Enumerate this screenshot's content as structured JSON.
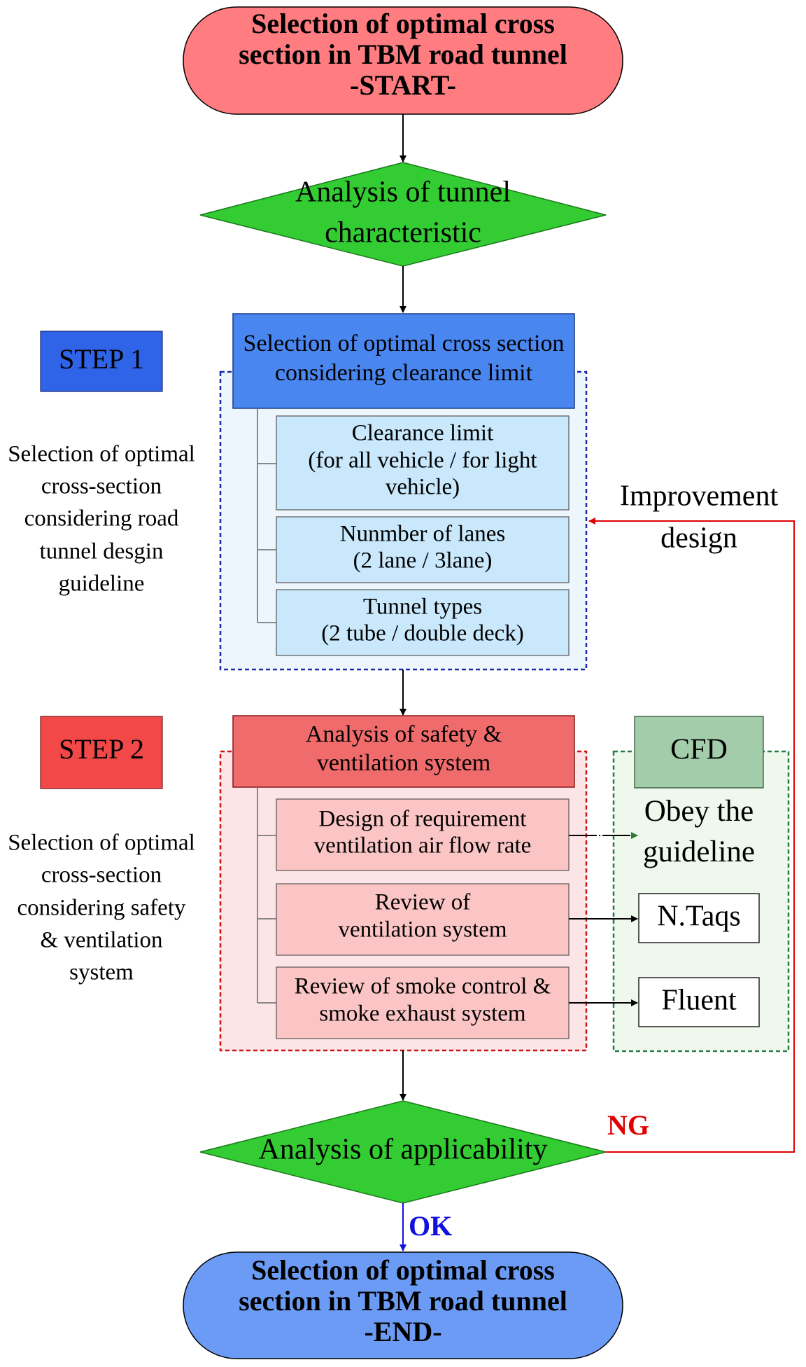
{
  "colors": {
    "start_fill": "#ff7c80",
    "end_fill": "#6b9bf5",
    "diamond_fill": "#33cc33",
    "step1_header": "#4a86f0",
    "step1_item": "#c9e8fb",
    "step1_region": "#eef6fd",
    "step2_header": "#f06b6b",
    "step2_item": "#fbc5c5",
    "step2_region": "#fde4e6",
    "cfd_header": "#a3ccaa",
    "cfd_region": "#eef8ec",
    "step1_badge": "#2f63e8",
    "step2_badge": "#f24848",
    "feedback_red": "#e00000",
    "ok_blue": "#1010e0"
  },
  "start": {
    "line1": "Selection of optimal cross",
    "line2": "section in TBM road tunnel",
    "line3": "-START-"
  },
  "analysis_characteristic": {
    "line1": "Analysis of tunnel",
    "line2": "characteristic"
  },
  "step1": {
    "badge": "STEP 1",
    "description": [
      "Selection of optimal",
      "cross-section",
      "considering road",
      "tunnel desgin",
      "guideline"
    ],
    "header": {
      "line1": "Selection of optimal cross section",
      "line2": "considering clearance limit"
    },
    "items": [
      {
        "lines": [
          "Clearance limit",
          "(for all vehicle / for light",
          "vehicle)"
        ]
      },
      {
        "lines": [
          "Nunmber of lanes",
          "(2 lane / 3lane)"
        ]
      },
      {
        "lines": [
          "Tunnel types",
          "(2 tube / double deck)"
        ]
      }
    ]
  },
  "improvement": {
    "line1": "Improvement",
    "line2": "design"
  },
  "step2": {
    "badge": "STEP 2",
    "description": [
      "Selection of optimal",
      "cross-section",
      "considering safety",
      "& ventilation",
      "system"
    ],
    "header": {
      "line1": "Analysis of safety &",
      "line2": "ventilation system"
    },
    "items": [
      {
        "lines": [
          "Design of requirement",
          "ventilation air flow rate"
        ]
      },
      {
        "lines": [
          "Review of",
          "ventilation system"
        ]
      },
      {
        "lines": [
          "Review of smoke control &",
          "smoke exhaust system"
        ]
      }
    ]
  },
  "cfd": {
    "header": "CFD",
    "guideline": {
      "line1": "Obey the",
      "line2": "guideline"
    },
    "tools": [
      "N.Taqs",
      "Fluent"
    ]
  },
  "applicability": {
    "label": "Analysis of applicability",
    "ng": "NG",
    "ok": "OK"
  },
  "end": {
    "line1": "Selection of optimal cross",
    "line2": "section in TBM road tunnel",
    "line3": "-END-"
  }
}
